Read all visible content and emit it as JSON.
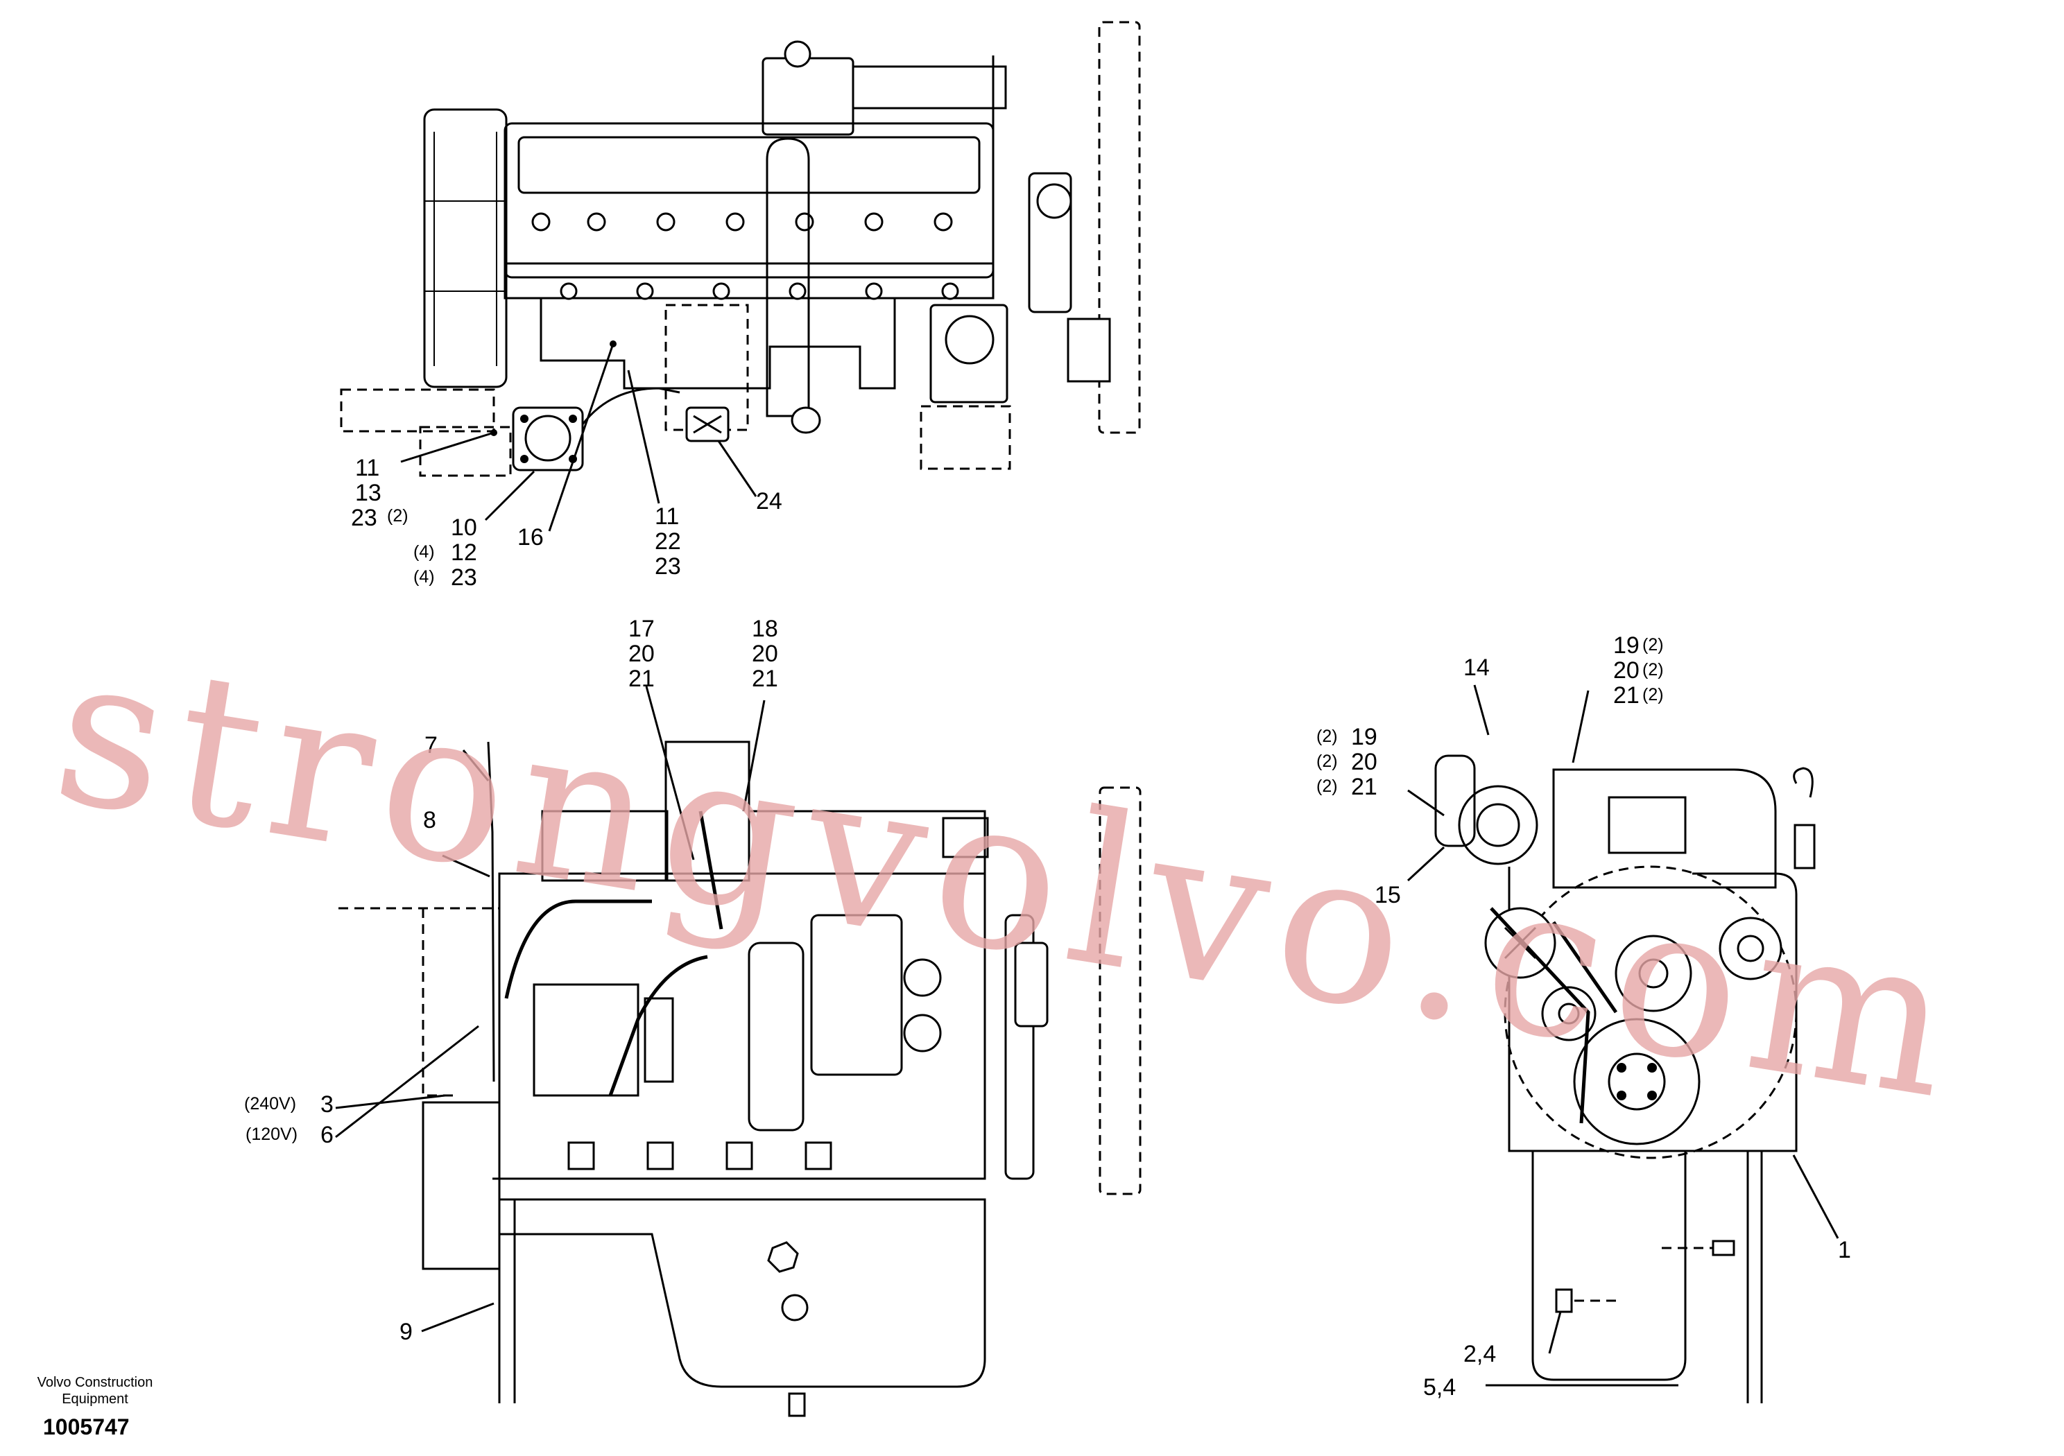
{
  "watermark": "strongvolvo.com",
  "footer": {
    "company_line1": "Volvo Construction",
    "company_line2": "Equipment",
    "drawing_number": "1005747"
  },
  "top_view": {
    "labels": {
      "c11a": "11",
      "c13": "13",
      "c23a": "23",
      "c23a_q": "(2)",
      "c10": "10",
      "c12_q": "(4)",
      "c12": "12",
      "c23b_q": "(4)",
      "c23b": "23",
      "c16": "16",
      "c11b": "11",
      "c22": "22",
      "c23c": "23",
      "c24": "24"
    }
  },
  "side_view": {
    "labels": {
      "c17": "17",
      "c20a": "20",
      "c21a": "21",
      "c18": "18",
      "c20b": "20",
      "c21b": "21",
      "c7": "7",
      "c8": "8",
      "c3_q": "(240V)",
      "c3": "3",
      "c6_q": "(120V)",
      "c6": "6",
      "c9": "9"
    }
  },
  "front_view": {
    "labels": {
      "c14": "14",
      "c19": "19",
      "c19_q": "(2)",
      "c20": "20",
      "c20_q": "(2)",
      "c21": "21",
      "c21_q": "(2)",
      "c19b_q": "(2)",
      "c19b": "19",
      "c20b_q": "(2)",
      "c20b": "20",
      "c21b_q": "(2)",
      "c21b": "21",
      "c15": "15",
      "c1": "1",
      "c24s": "2,4",
      "c54": "5,4"
    }
  }
}
